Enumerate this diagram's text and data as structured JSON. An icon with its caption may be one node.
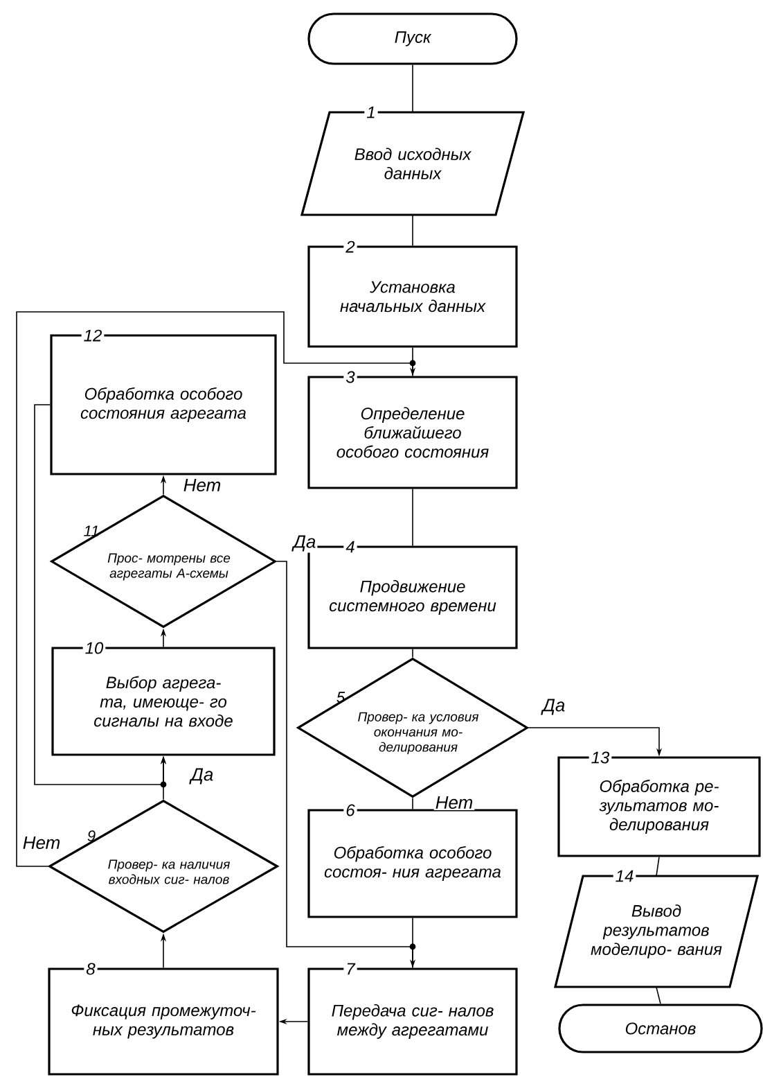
{
  "diagram": {
    "nodes": [
      {
        "text": [
          "Пуск"
        ]
      },
      {
        "text": [
          "1",
          "Ввод исходных данных"
        ]
      },
      {
        "text": [
          "2",
          "Установка начальных данных"
        ]
      },
      {
        "text": [
          "3",
          "Определение ближайшего особого состояния"
        ]
      },
      {
        "text": [
          "4",
          "Продвижение системного времени"
        ]
      },
      {
        "text": [
          "5",
          "Провер- ка условия окончания мо- делирования"
        ]
      },
      {
        "text": [
          "6",
          "Обработка особого состоя- ния агрегата"
        ]
      },
      {
        "text": [
          "7",
          "Передача сиг- налов между агрегатами"
        ]
      },
      {
        "text": [
          "8",
          "Фиксация промежуточ- ных результатов"
        ]
      },
      {
        "text": [
          "9",
          "Провер- ка наличия входных сиг- налов"
        ]
      },
      {
        "text": [
          "10",
          "Выбор агрега- та, имеюще- го сигналы на входе"
        ]
      },
      {
        "text": [
          "11",
          "Прос- мотрены все агрегаты А-схемы"
        ]
      },
      {
        "text": [
          "12",
          "Обработка особого состояния агрегата"
        ]
      },
      {
        "text": [
          "13",
          "Обработка ре- зультатов мо- делирования"
        ]
      },
      {
        "text": [
          "14",
          "Вывод результатов моделиро- вания"
        ]
      },
      {
        "text": [
          "Останов"
        ]
      }
    ],
    "edges": [
      {
        "from": 0,
        "to": 1,
        "arrow": "none"
      },
      {
        "from": 1,
        "to": 2,
        "arrow": "none"
      },
      {
        "from": 2,
        "to": 3,
        "arrow": "none"
      },
      {
        "from": 3,
        "to": 4,
        "arrow": "none"
      },
      {
        "from": 4,
        "to": 5,
        "arrow": "none"
      },
      {
        "from": 5,
        "to": 13,
        "arrow": "to",
        "label": "Да"
      },
      {
        "from": 5,
        "to": 6,
        "arrow": "none",
        "label": "Нет"
      },
      {
        "from": 6,
        "to": 7,
        "arrow": "none"
      },
      {
        "from": 7,
        "to": 8,
        "arrow": "to"
      },
      {
        "from": 8,
        "to": 9,
        "arrow": "to"
      },
      {
        "from": 9,
        "to": 10,
        "arrow": "to",
        "label": "Да"
      },
      {
        "from": 9,
        "to": 3,
        "arrow": "to",
        "label": "Нет"
      },
      {
        "from": 12,
        "to": 10,
        "arrow": "to"
      },
      {
        "from": 10,
        "to": 11,
        "arrow": "to"
      },
      {
        "from": 11,
        "to": 12,
        "arrow": "to",
        "label": "Нет"
      },
      {
        "from": 11,
        "to": 7,
        "arrow": "to",
        "label": "Да"
      },
      {
        "from": 13,
        "to": 14,
        "arrow": "none"
      },
      {
        "from": 14,
        "to": 15,
        "arrow": "none"
      }
    ]
  }
}
